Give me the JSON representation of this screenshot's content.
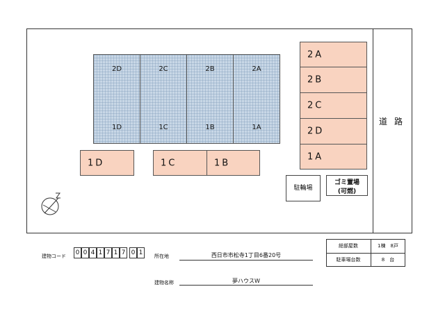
{
  "road": {
    "label": "道路"
  },
  "building_units_top": [
    "2D",
    "2C",
    "2B",
    "2A"
  ],
  "building_units_bottom": [
    "1D",
    "1C",
    "1B",
    "1A"
  ],
  "parking_right": [
    "2A",
    "2B",
    "2C",
    "2D",
    "1A"
  ],
  "parking_bottom": [
    "1D",
    "1C",
    "1B"
  ],
  "bike_parking": "駐輪場",
  "garbage": {
    "line1": "ゴミ置場",
    "line2": "(可燃)"
  },
  "footer": {
    "building_code_label": "建物コード",
    "building_code_digits": [
      "0",
      "0",
      "4",
      "1",
      "7",
      "1",
      "7"
    ],
    "building_code_suffix": [
      "0",
      "1"
    ],
    "location_label": "所在地",
    "location_value": "西日市市松寺1丁目6番20号",
    "name_label": "建物名称",
    "name_value": "夢ハウスW",
    "table": {
      "row1_label": "総部屋数",
      "row1_value": "1棟　8戸",
      "row2_label": "駐車場台数",
      "row2_value": "8　台"
    }
  }
}
